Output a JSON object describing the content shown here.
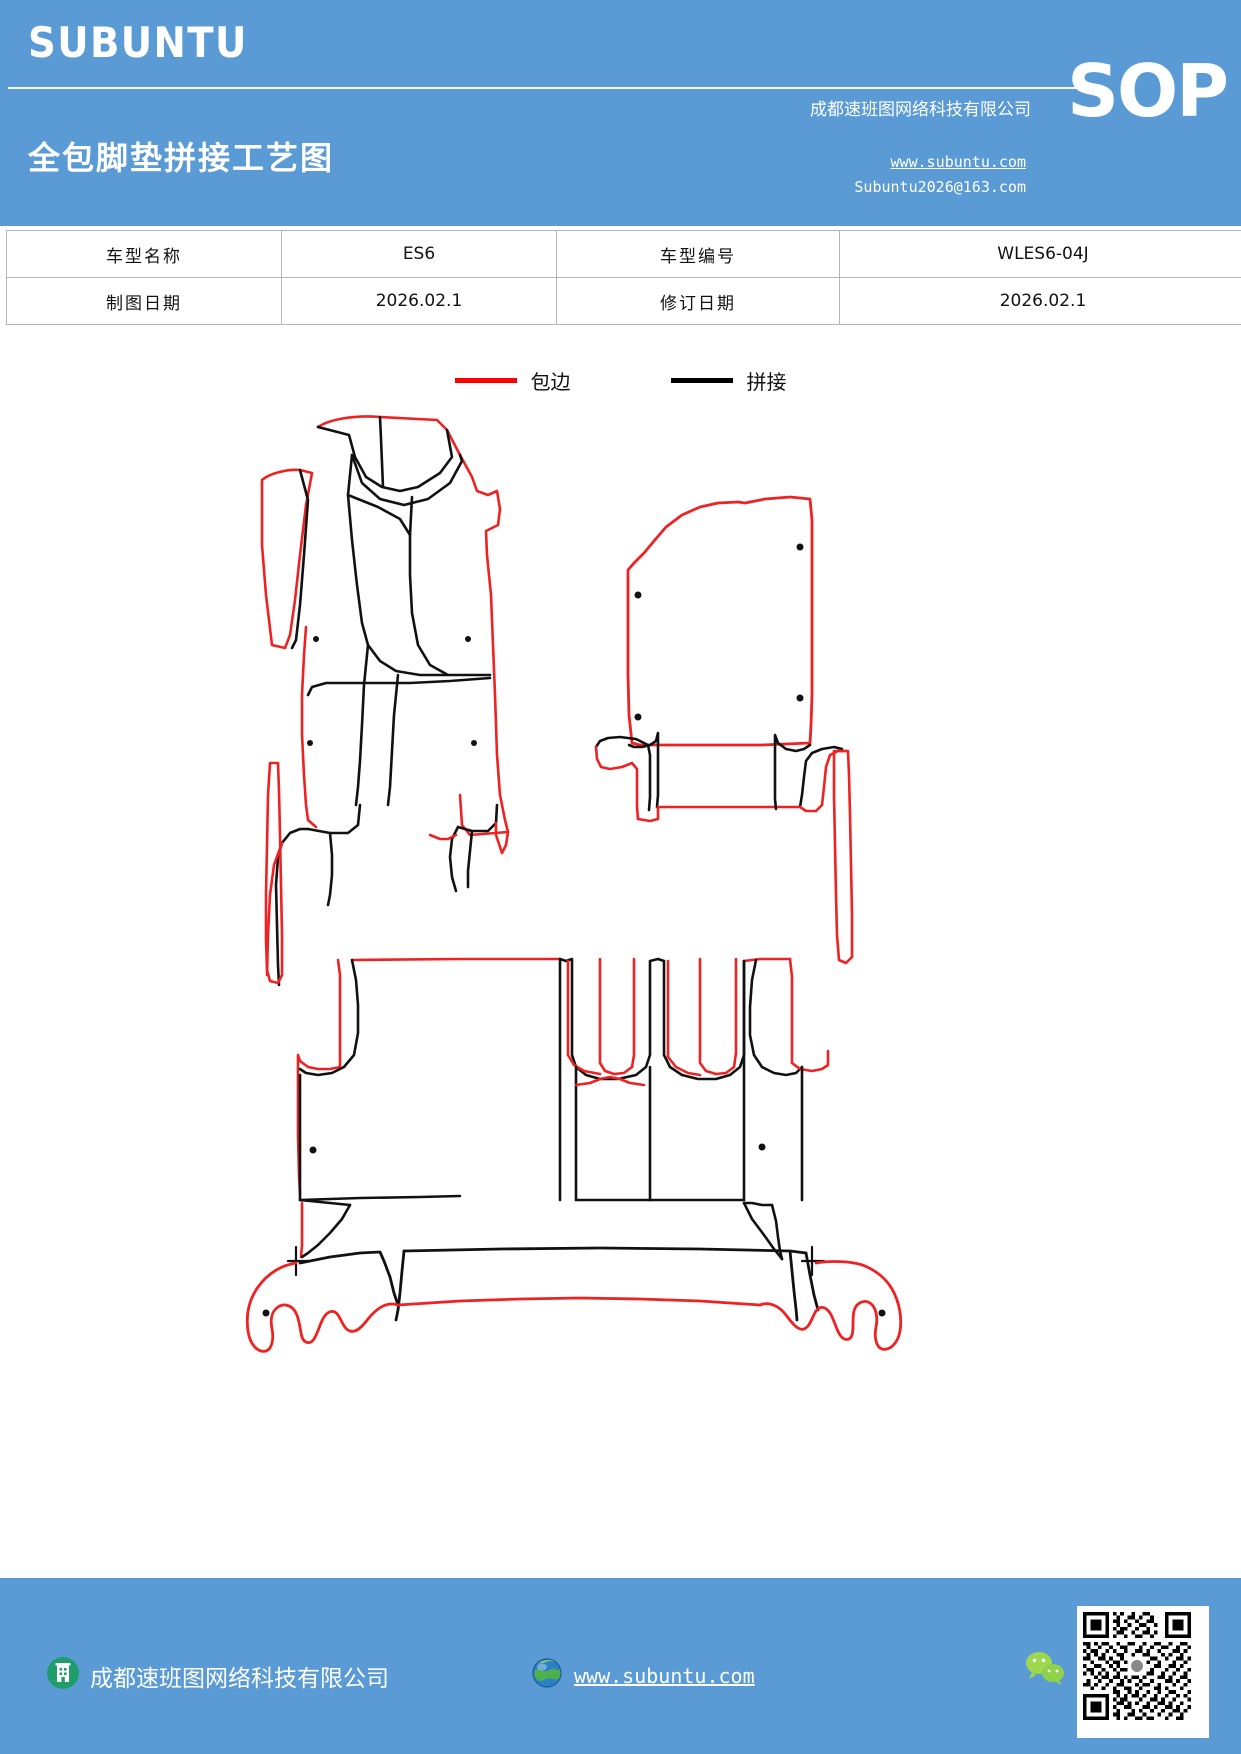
{
  "header": {
    "brand": "SUBUNTU",
    "doc_title": "全包脚垫拼接工艺图",
    "sop_tag": "SOP",
    "company": "成都速班图网络科技有限公司",
    "website": "www.subuntu.com",
    "email": "Subuntu2026@163.com",
    "bg_color": "#5b9bd5"
  },
  "info_table": {
    "rows": [
      {
        "label1": "车型名称",
        "value1": "ES6",
        "label2": "车型编号",
        "value2": "WLES6-04J"
      },
      {
        "label1": "制图日期",
        "value1": "2026.02.1",
        "label2": "修订日期",
        "value2": "2026.02.1"
      }
    ]
  },
  "legend": {
    "items": [
      {
        "color": "#ff0000",
        "label": "包边",
        "name": "binding"
      },
      {
        "color": "#000000",
        "label": "拼接",
        "name": "splice"
      }
    ]
  },
  "drawing": {
    "title": "全包脚垫拼接工艺图",
    "pieces": [
      {
        "name": "driver-front-mat",
        "position": "upper-left"
      },
      {
        "name": "passenger-front-mat",
        "position": "upper-right"
      },
      {
        "name": "rear-left-mat",
        "position": "lower-left"
      },
      {
        "name": "rear-center-mat",
        "position": "lower-center"
      },
      {
        "name": "rear-right-mat",
        "position": "lower-right"
      },
      {
        "name": "rear-sill-strip",
        "position": "bottom"
      },
      {
        "name": "left-side-panel",
        "position": "upper-left-outer"
      },
      {
        "name": "right-side-panel",
        "position": "upper-right-outer"
      }
    ]
  },
  "footer": {
    "company": "成都速班图网络科技有限公司",
    "website": "www.subuntu.com",
    "bg_color": "#5b9bd5",
    "qr_label": "QR",
    "icons": [
      "building-icon",
      "globe-icon",
      "wechat-icon",
      "qr-code"
    ]
  }
}
